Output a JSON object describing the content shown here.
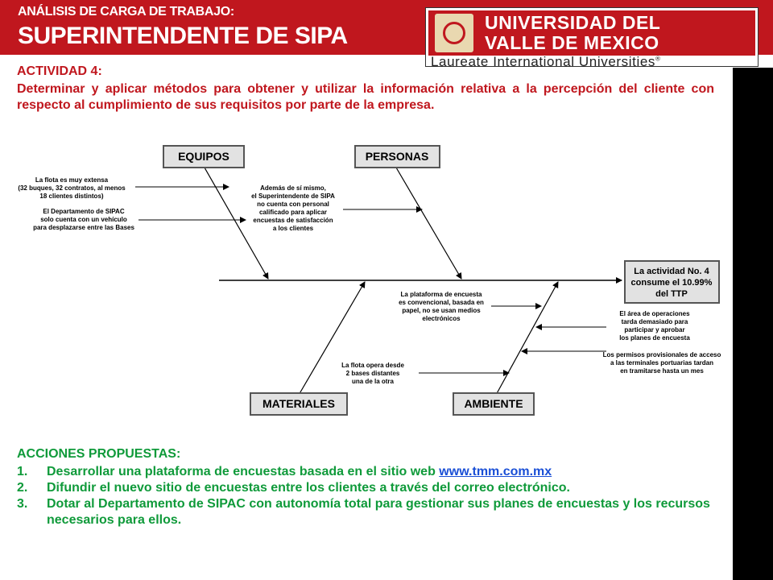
{
  "header": {
    "subtitle": "ANÁLISIS DE CARGA DE TRABAJO:",
    "title": "SUPERINTENDENTE DE SIPA",
    "logo_line1": "UNIVERSIDAD DEL",
    "logo_line2": "VALLE DE MEXICO",
    "logo_tagline": "Laureate International Universities",
    "logo_tagline_mark": "®"
  },
  "activity": {
    "title": "ACTIVIDAD 4:",
    "description": "Determinar y aplicar métodos para obtener y utilizar la información relativa a la percepción del cliente con respecto al cumplimiento de sus requisitos por parte de la empresa."
  },
  "diagram": {
    "categories": {
      "equipos": "EQUIPOS",
      "personas": "PERSONAS",
      "materiales": "MATERIALES",
      "ambiente": "AMBIENTE"
    },
    "effect": [
      "La actividad No. 4",
      "consume el 10.99%",
      "del TTP"
    ],
    "causes": {
      "flota_extensa": [
        "La flota es muy extensa",
        "(32 buques, 32 contratos, al menos",
        "18 clientes distintos)"
      ],
      "vehiculo": [
        "El Departamento de SIPAC",
        "solo cuenta con un vehículo",
        "para desplazarse entre las Bases"
      ],
      "personal": [
        "Además de sí mismo,",
        "el Superintendente de SIPA",
        "no cuenta con personal",
        "calificado para aplicar",
        "encuestas de satisfacción",
        "a los clientes"
      ],
      "plataforma": [
        "La plataforma de encuesta",
        "es convencional, basada en",
        "papel, no se usan medios",
        "electrónicos"
      ],
      "area_operaciones": [
        "El área de operaciones",
        "tarda demasiado para",
        "participar y aprobar",
        "los planes de encuesta"
      ],
      "permisos": [
        "Los permisos provisionales de acceso",
        "a las terminales portuarias tardan",
        "en tramitarse hasta un mes"
      ],
      "flota_bases": [
        "La flota opera desde",
        "2 bases distantes",
        "una de la otra"
      ]
    }
  },
  "actions": {
    "title": "ACCIONES PROPUESTAS:",
    "items": [
      {
        "num": "1.",
        "text": "Desarrollar una plataforma de encuestas basada en el sitio web ",
        "link": "www.tmm.com.mx"
      },
      {
        "num": "2.",
        "text": "Difundir el nuevo sitio de encuestas entre los clientes a través del correo electrónico."
      },
      {
        "num": "3.",
        "text": "Dotar al Departamento de SIPAC con autonomía total para gestionar sus planes de encuestas y los recursos necesarios para ellos."
      }
    ]
  }
}
